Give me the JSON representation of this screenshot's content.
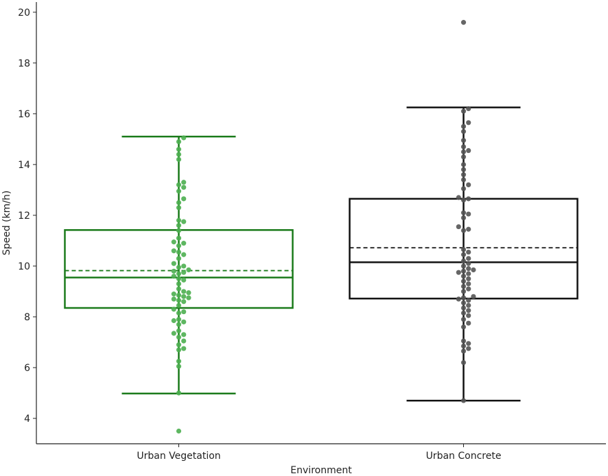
{
  "chart_data": {
    "type": "box",
    "title": "",
    "xlabel": "Environment",
    "ylabel": "Speed (km/h)",
    "ylim": [
      3.0,
      20.4
    ],
    "yticks": [
      4,
      6,
      8,
      10,
      12,
      14,
      16,
      18,
      20
    ],
    "categories": [
      "Urban Vegetation",
      "Urban Concrete"
    ],
    "grid": false,
    "legend": "none",
    "series": [
      {
        "category": "Urban Vegetation",
        "color": "#1a7a1a",
        "point_color": "#4caf50",
        "whisker_low": 4.98,
        "q1": 8.35,
        "median": 9.55,
        "mean": 9.82,
        "q3": 11.42,
        "whisker_high": 15.1,
        "points": [
          3.5,
          5.0,
          6.05,
          6.25,
          6.7,
          6.75,
          6.9,
          7.05,
          7.2,
          7.3,
          7.35,
          7.45,
          7.7,
          7.8,
          7.85,
          7.9,
          8.15,
          8.2,
          8.3,
          8.45,
          8.6,
          8.65,
          8.7,
          8.75,
          8.8,
          8.85,
          8.9,
          8.95,
          9.0,
          9.1,
          9.3,
          9.45,
          9.5,
          9.6,
          9.7,
          9.75,
          9.8,
          9.85,
          9.95,
          10.0,
          10.1,
          10.3,
          10.45,
          10.55,
          10.6,
          10.8,
          10.9,
          10.95,
          11.1,
          11.4,
          11.6,
          11.75,
          11.8,
          12.3,
          12.5,
          12.65,
          12.95,
          13.1,
          13.2,
          13.3,
          14.2,
          14.4,
          14.6,
          14.9,
          15.05
        ]
      },
      {
        "category": "Urban Concrete",
        "color": "#111111",
        "point_color": "#555555",
        "whisker_low": 4.7,
        "q1": 8.72,
        "median": 10.15,
        "mean": 10.72,
        "q3": 12.65,
        "whisker_high": 16.25,
        "points": [
          4.7,
          6.2,
          6.65,
          6.75,
          6.85,
          6.95,
          7.05,
          7.6,
          7.75,
          7.9,
          8.05,
          8.15,
          8.25,
          8.35,
          8.45,
          8.55,
          8.65,
          8.7,
          8.75,
          8.8,
          9.0,
          9.1,
          9.2,
          9.3,
          9.4,
          9.5,
          9.6,
          9.7,
          9.75,
          9.8,
          9.85,
          9.9,
          10.0,
          10.1,
          10.2,
          10.3,
          10.45,
          10.55,
          10.65,
          11.4,
          11.45,
          11.55,
          11.9,
          12.05,
          12.1,
          12.6,
          12.65,
          12.7,
          13.05,
          13.2,
          13.4,
          13.6,
          13.8,
          14.0,
          14.3,
          14.5,
          14.55,
          14.7,
          14.95,
          15.3,
          15.5,
          15.65,
          16.1,
          16.2,
          19.6
        ]
      }
    ]
  }
}
